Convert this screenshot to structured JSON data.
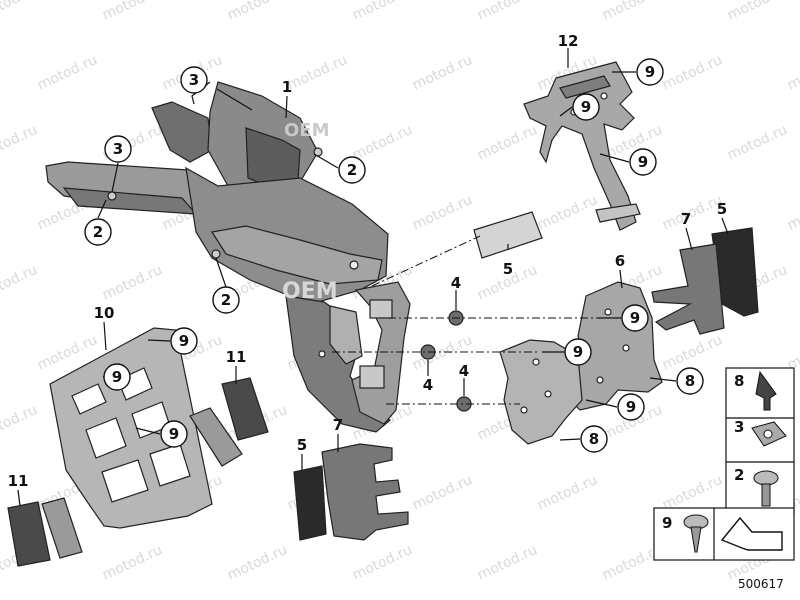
{
  "watermark_text": "motod.ru",
  "oem_text": "OEM",
  "reference_number": "500617",
  "callouts": {
    "c1": "1",
    "c2": "2",
    "c3": "3",
    "c4": "4",
    "c5": "5",
    "c6": "6",
    "c7": "7",
    "c8": "8",
    "c9": "9",
    "c10": "10",
    "c11": "11",
    "c12": "12"
  },
  "legend": [
    {
      "label": "8",
      "icon": "push-rivet-icon"
    },
    {
      "label": "3",
      "icon": "clip-nut-icon"
    },
    {
      "label": "2",
      "icon": "screw-icon"
    },
    {
      "label": "9",
      "icon": "tapping-screw-icon"
    }
  ]
}
